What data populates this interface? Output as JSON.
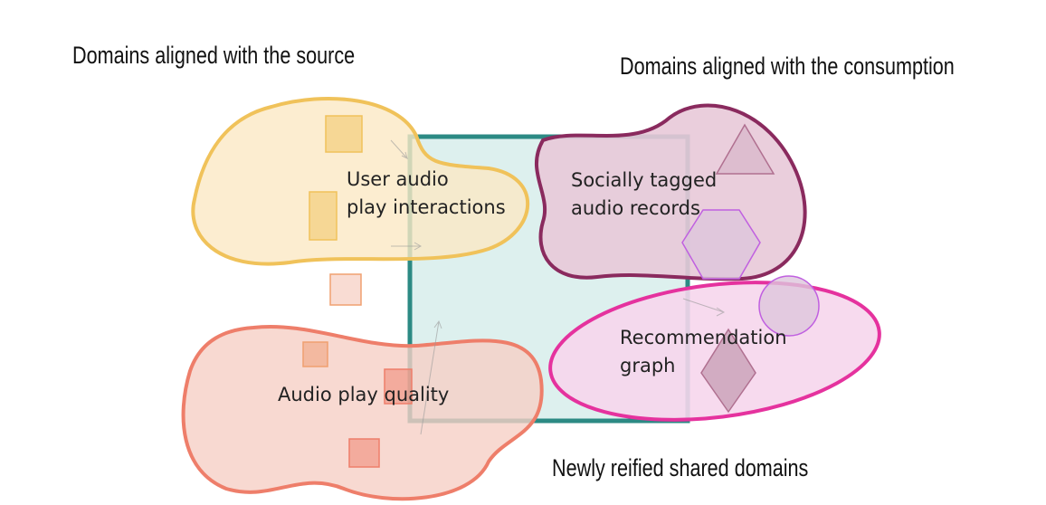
{
  "headings": {
    "source": "Domains aligned with the source",
    "consumption": "Domains aligned with the consumption",
    "shared": "Newly reified shared domains"
  },
  "domains": {
    "user_audio": {
      "line1": "User audio",
      "line2": "play interactions",
      "color": "#f0c25a"
    },
    "play_quality": {
      "line1": "Audio play quality",
      "color": "#ee7e6a"
    },
    "social": {
      "line1": "Socially tagged",
      "line2": "audio records",
      "color": "#8a2a5e"
    },
    "recommendation": {
      "line1": "Recommendation",
      "line2": "graph",
      "color": "#e5329e"
    },
    "shared_area": {
      "color": "#2c8a84"
    }
  }
}
